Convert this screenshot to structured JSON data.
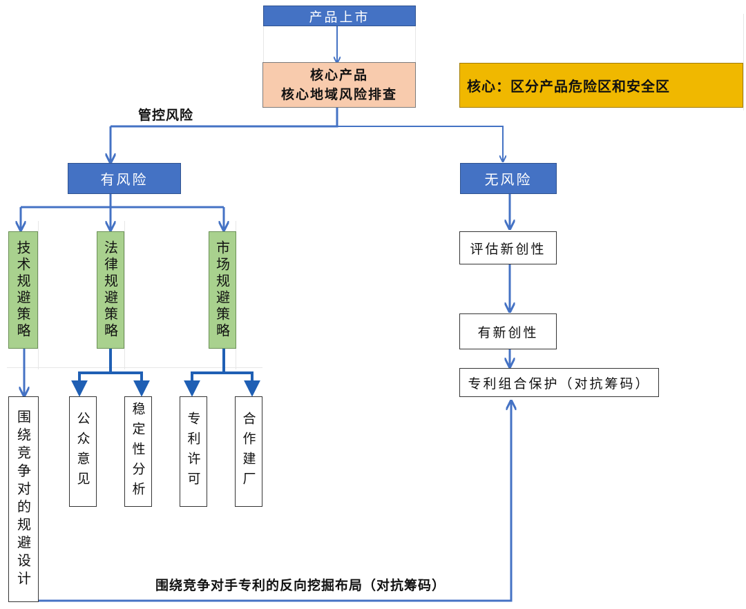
{
  "nodes": {
    "market_launch": "产品上市",
    "core_screening_line1": "核心产品",
    "core_screening_line2": "核心地域风险排查",
    "core_note": "核心：区分产品危险区和安全区",
    "control_risk": "管控风险",
    "has_risk": "有风险",
    "no_risk": "无风险",
    "tech_strategy": "技术规避策略",
    "legal_strategy": "法律规避策略",
    "market_strategy": "市场规避策略",
    "design_around": "围绕竞争对的规避设计",
    "public_opinion": "公众意见",
    "stability_analysis": "稳定性分析",
    "patent_license": "专利许可",
    "joint_venture": "合作建厂",
    "assess_novelty": "评估新创性",
    "has_novelty": "有新创性",
    "patent_portfolio": "专利组合保护（对抗筹码）",
    "reverse_layout": "围绕竞争对手专利的反向挖掘布局（对抗筹码）"
  },
  "colors": {
    "blue_fill": "#4472c4",
    "peach_fill": "#f8cbad",
    "gold_fill": "#f0b800",
    "green_fill": "#a9d18e",
    "arrow": "#4472c4"
  }
}
